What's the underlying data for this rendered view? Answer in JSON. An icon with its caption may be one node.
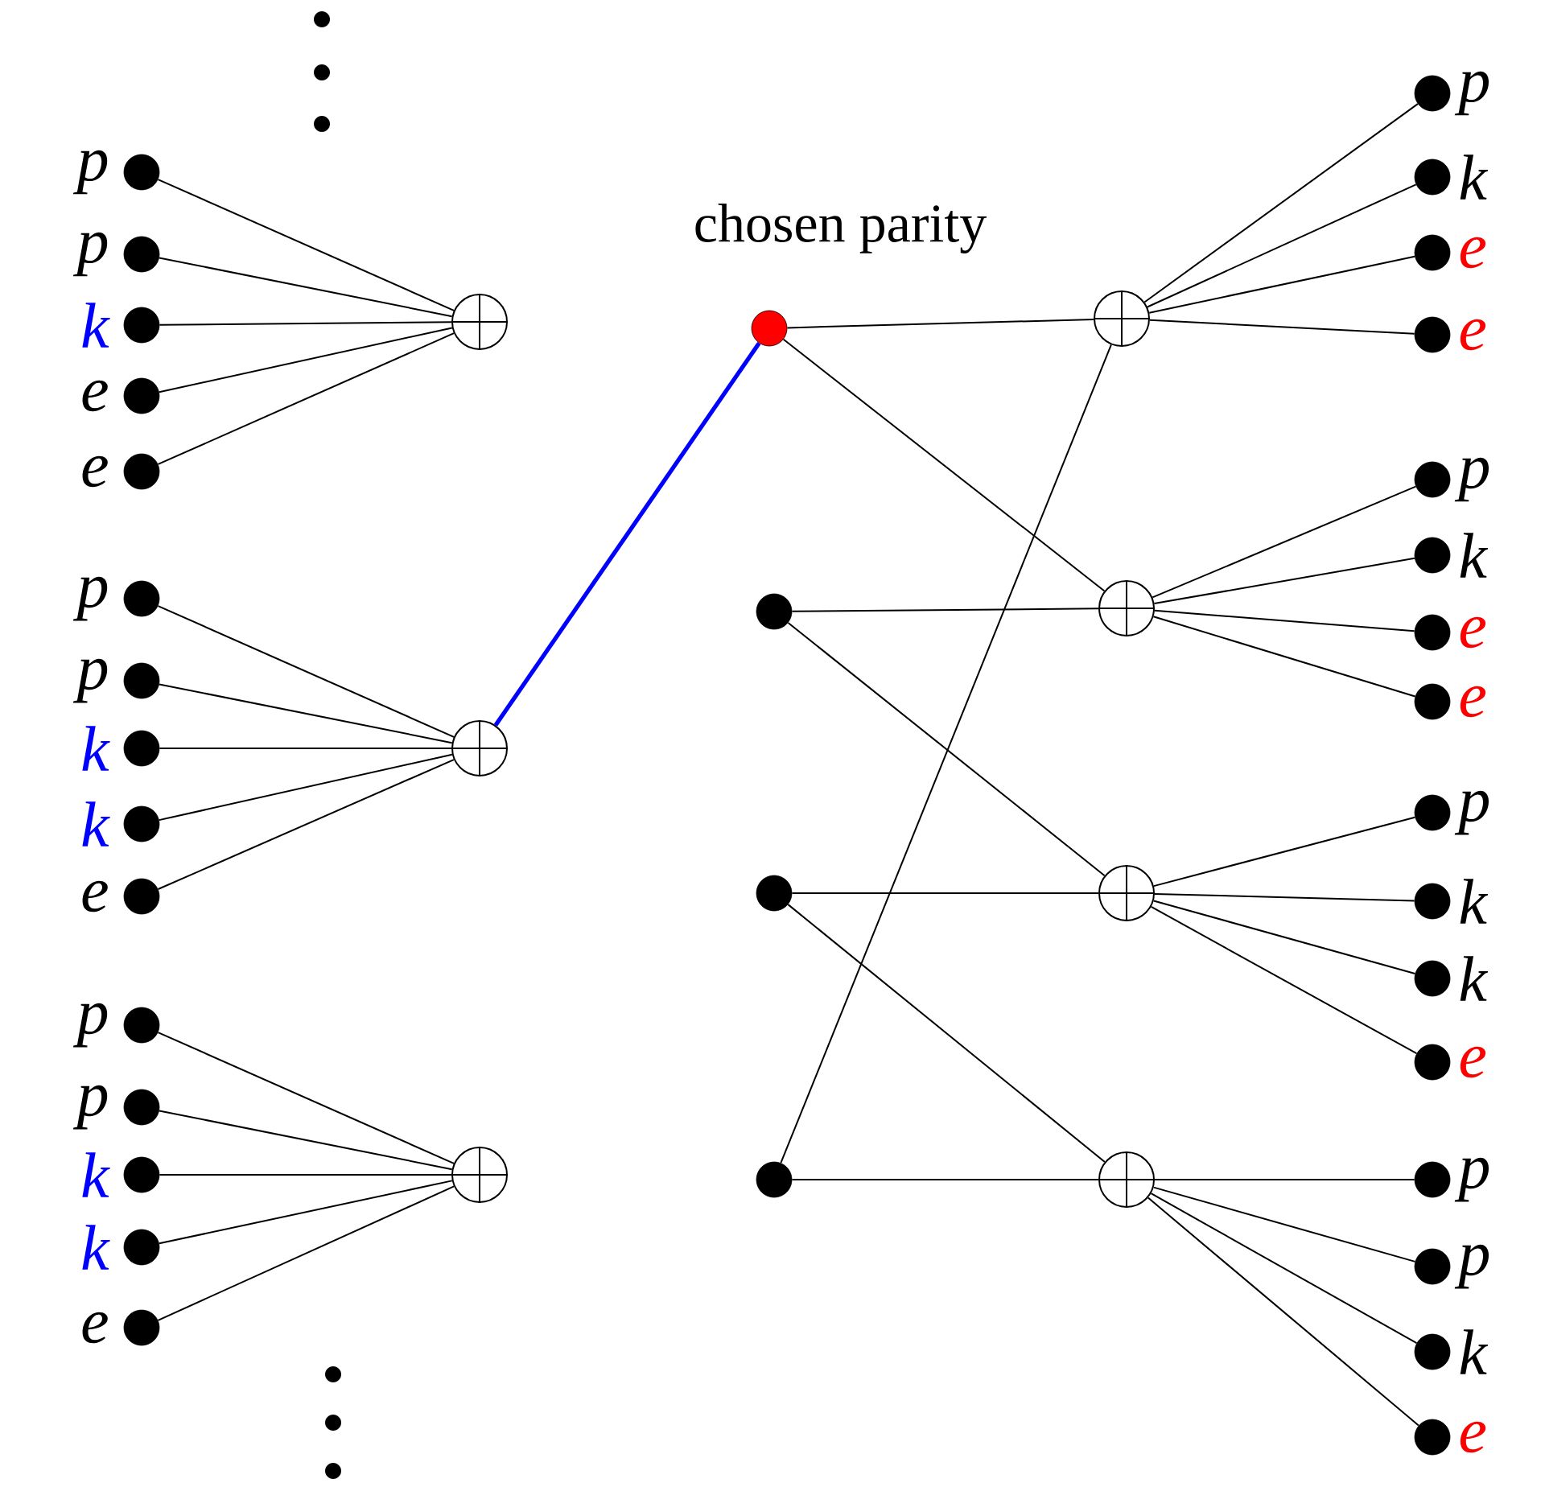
{
  "diagram": {
    "nodes": [
      {
        "text": [],
        "shape": "dot",
        "beside": [
          "p"
        ]
      },
      {
        "text": [],
        "shape": "dot",
        "beside": [
          "p"
        ]
      },
      {
        "text": [],
        "shape": "dot",
        "beside": [
          "k"
        ]
      },
      {
        "text": [],
        "shape": "dot",
        "beside": [
          "e"
        ]
      },
      {
        "text": [],
        "shape": "dot",
        "beside": [
          "e"
        ]
      },
      {
        "text": [],
        "shape": "circle-plus"
      },
      {
        "text": [],
        "shape": "dot",
        "beside": [
          "p"
        ]
      },
      {
        "text": [],
        "shape": "dot",
        "beside": [
          "p"
        ]
      },
      {
        "text": [],
        "shape": "dot",
        "beside": [
          "k"
        ]
      },
      {
        "text": [],
        "shape": "dot",
        "beside": [
          "k"
        ]
      },
      {
        "text": [],
        "shape": "dot",
        "beside": [
          "e"
        ]
      },
      {
        "text": [],
        "shape": "circle-plus"
      },
      {
        "text": [],
        "shape": "dot",
        "beside": [
          "p"
        ]
      },
      {
        "text": [],
        "shape": "dot",
        "beside": [
          "p"
        ]
      },
      {
        "text": [],
        "shape": "dot",
        "beside": [
          "k"
        ]
      },
      {
        "text": [],
        "shape": "dot",
        "beside": [
          "k"
        ]
      },
      {
        "text": [],
        "shape": "dot",
        "beside": [
          "e"
        ]
      },
      {
        "text": [],
        "shape": "circle-plus"
      },
      {
        "text": [],
        "shape": "dot",
        "beside": [
          "chosen parity"
        ]
      },
      {
        "text": [],
        "shape": "dot"
      },
      {
        "text": [],
        "shape": "dot"
      },
      {
        "text": [],
        "shape": "dot"
      },
      {
        "text": [],
        "shape": "circle-plus"
      },
      {
        "text": [],
        "shape": "circle-plus"
      },
      {
        "text": [],
        "shape": "circle-plus"
      },
      {
        "text": [],
        "shape": "circle-plus"
      },
      {
        "text": [],
        "shape": "dot",
        "beside": [
          "p"
        ]
      },
      {
        "text": [],
        "shape": "dot",
        "beside": [
          "k"
        ]
      },
      {
        "text": [],
        "shape": "dot",
        "beside": [
          "e"
        ]
      },
      {
        "text": [],
        "shape": "dot",
        "beside": [
          "e"
        ]
      },
      {
        "text": [],
        "shape": "dot",
        "beside": [
          "p"
        ]
      },
      {
        "text": [],
        "shape": "dot",
        "beside": [
          "k"
        ]
      },
      {
        "text": [],
        "shape": "dot",
        "beside": [
          "e"
        ]
      },
      {
        "text": [],
        "shape": "dot",
        "beside": [
          "e"
        ]
      },
      {
        "text": [],
        "shape": "dot",
        "beside": [
          "p"
        ]
      },
      {
        "text": [],
        "shape": "dot",
        "beside": [
          "k"
        ]
      },
      {
        "text": [],
        "shape": "dot",
        "beside": [
          "k"
        ]
      },
      {
        "text": [],
        "shape": "dot",
        "beside": [
          "e"
        ]
      },
      {
        "text": [],
        "shape": "dot",
        "beside": [
          "p"
        ]
      },
      {
        "text": [],
        "shape": "dot",
        "beside": [
          "p"
        ]
      },
      {
        "text": [],
        "shape": "dot",
        "beside": [
          "k"
        ]
      },
      {
        "text": [],
        "shape": "dot",
        "beside": [
          "e"
        ]
      }
    ],
    "edges": [
      {
        "from": 0,
        "to": 5,
        "arrow": "none"
      },
      {
        "from": 1,
        "to": 5,
        "arrow": "none"
      },
      {
        "from": 2,
        "to": 5,
        "arrow": "none"
      },
      {
        "from": 3,
        "to": 5,
        "arrow": "none"
      },
      {
        "from": 4,
        "to": 5,
        "arrow": "none"
      },
      {
        "from": 6,
        "to": 11,
        "arrow": "none"
      },
      {
        "from": 7,
        "to": 11,
        "arrow": "none"
      },
      {
        "from": 8,
        "to": 11,
        "arrow": "none"
      },
      {
        "from": 9,
        "to": 11,
        "arrow": "none"
      },
      {
        "from": 10,
        "to": 11,
        "arrow": "none"
      },
      {
        "from": 12,
        "to": 17,
        "arrow": "none"
      },
      {
        "from": 13,
        "to": 17,
        "arrow": "none"
      },
      {
        "from": 14,
        "to": 17,
        "arrow": "none"
      },
      {
        "from": 15,
        "to": 17,
        "arrow": "none"
      },
      {
        "from": 16,
        "to": 17,
        "arrow": "none"
      },
      {
        "from": 11,
        "to": 18,
        "arrow": "none",
        "style": "thick",
        "color": "#0000ff"
      },
      {
        "from": 18,
        "to": 22,
        "arrow": "none"
      },
      {
        "from": 18,
        "to": 23,
        "arrow": "none"
      },
      {
        "from": 19,
        "to": 23,
        "arrow": "none"
      },
      {
        "from": 19,
        "to": 24,
        "arrow": "none"
      },
      {
        "from": 20,
        "to": 24,
        "arrow": "none"
      },
      {
        "from": 20,
        "to": 25,
        "arrow": "none"
      },
      {
        "from": 21,
        "to": 25,
        "arrow": "none"
      },
      {
        "from": 21,
        "to": 22,
        "arrow": "none"
      },
      {
        "from": 22,
        "to": 26,
        "arrow": "none"
      },
      {
        "from": 22,
        "to": 27,
        "arrow": "none"
      },
      {
        "from": 22,
        "to": 28,
        "arrow": "none"
      },
      {
        "from": 22,
        "to": 29,
        "arrow": "none"
      },
      {
        "from": 23,
        "to": 30,
        "arrow": "none"
      },
      {
        "from": 23,
        "to": 31,
        "arrow": "none"
      },
      {
        "from": 23,
        "to": 32,
        "arrow": "none"
      },
      {
        "from": 23,
        "to": 33,
        "arrow": "none"
      },
      {
        "from": 24,
        "to": 34,
        "arrow": "none"
      },
      {
        "from": 24,
        "to": 35,
        "arrow": "none"
      },
      {
        "from": 24,
        "to": 36,
        "arrow": "none"
      },
      {
        "from": 24,
        "to": 37,
        "arrow": "none"
      },
      {
        "from": 25,
        "to": 38,
        "arrow": "none"
      },
      {
        "from": 25,
        "to": 39,
        "arrow": "none"
      },
      {
        "from": 25,
        "to": 40,
        "arrow": "none"
      },
      {
        "from": 25,
        "to": 41,
        "arrow": "none"
      }
    ]
  }
}
